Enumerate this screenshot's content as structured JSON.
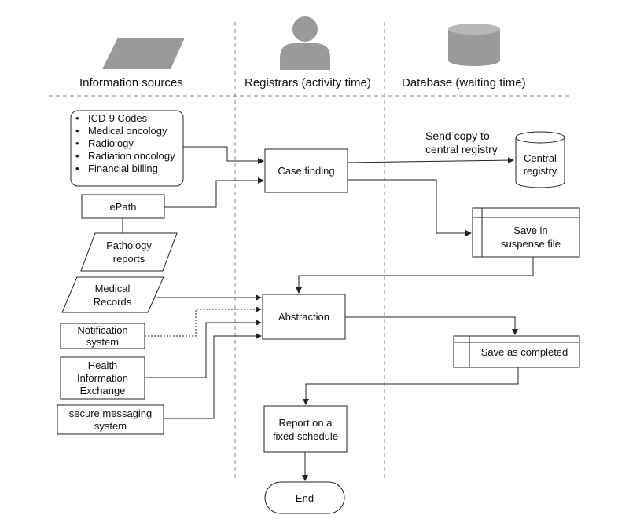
{
  "columns": {
    "sources": "Information  sources",
    "registrars": "Registrars (activity time)",
    "database": "Database (waiting time)"
  },
  "icons": {
    "sources": "parallelogram-icon",
    "registrars": "person-icon",
    "database": "database-cylinder-icon"
  },
  "colors": {
    "icon_gray": "#9a9a9a",
    "line": "#222222",
    "divider": "#888888"
  },
  "source_list": [
    "ICD-9 Codes",
    "Medical oncology",
    "Radiology",
    "Radiation oncology",
    "Financial billing"
  ],
  "nodes": {
    "epath": "ePath",
    "pathology_reports": "Pathology\nreports",
    "medical_records": "Medical\nRecords",
    "notification_system": "Notification\nsystem",
    "hie": "Health\nInformation\nExchange",
    "secure_messaging": "secure messaging\nsystem",
    "case_finding": "Case finding",
    "abstraction": "Abstraction",
    "report": "Report on a\nfixed schedule",
    "end": "End",
    "central_registry": "Central\nregistry",
    "suspense": "Save in\nsuspense file",
    "completed": "Save as completed"
  },
  "annotations": {
    "send_copy": "Send copy to\ncentral registry"
  }
}
